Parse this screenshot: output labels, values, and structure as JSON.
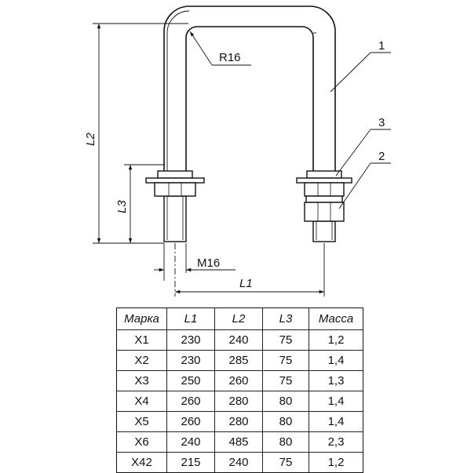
{
  "drawing": {
    "radius_label": "R16",
    "thread_label": "M16",
    "dim_l1": "L1",
    "dim_l2": "L2",
    "dim_l3": "L3",
    "callouts": [
      "1",
      "3",
      "2"
    ]
  },
  "table": {
    "headers": [
      "Марка",
      "L1",
      "L2",
      "L3",
      "Масса"
    ],
    "rows": [
      [
        "X1",
        "230",
        "240",
        "75",
        "1,2"
      ],
      [
        "X2",
        "230",
        "285",
        "75",
        "1,4"
      ],
      [
        "X3",
        "250",
        "260",
        "75",
        "1,3"
      ],
      [
        "X4",
        "260",
        "280",
        "80",
        "1,4"
      ],
      [
        "X5",
        "260",
        "280",
        "80",
        "1,4"
      ],
      [
        "X6",
        "240",
        "485",
        "80",
        "2,3"
      ],
      [
        "X42",
        "215",
        "240",
        "75",
        "1,2"
      ]
    ]
  }
}
